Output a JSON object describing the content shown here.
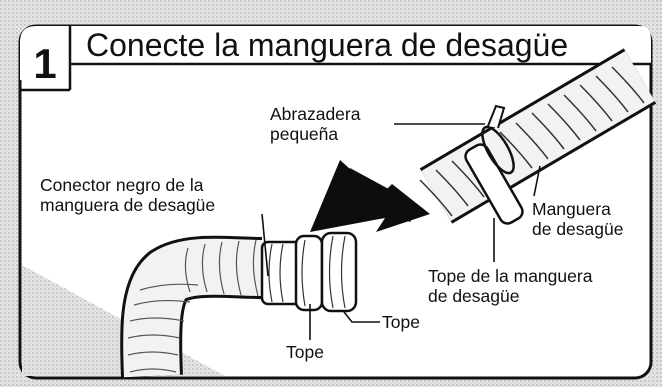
{
  "step": {
    "number": "1",
    "title": "Conecte la manguera de desagüe"
  },
  "labels": {
    "small_clamp_line1": "Abrazadera",
    "small_clamp_line2": "pequeña",
    "black_connector_line1": "Conector negro de la",
    "black_connector_line2": "manguera de desagüe",
    "drain_hose_line1": "Manguera",
    "drain_hose_line2": "de desagüe",
    "hose_stop_line1": "Tope de la manguera",
    "hose_stop_line2": "de desagüe",
    "stop_right": "Tope",
    "stop_bottom": "Tope"
  },
  "colors": {
    "background": "#d9d9d9",
    "panel": "#ffffff",
    "ink": "#111111",
    "hose": "#f2f2f2",
    "arrow": "#0d0d0d"
  }
}
